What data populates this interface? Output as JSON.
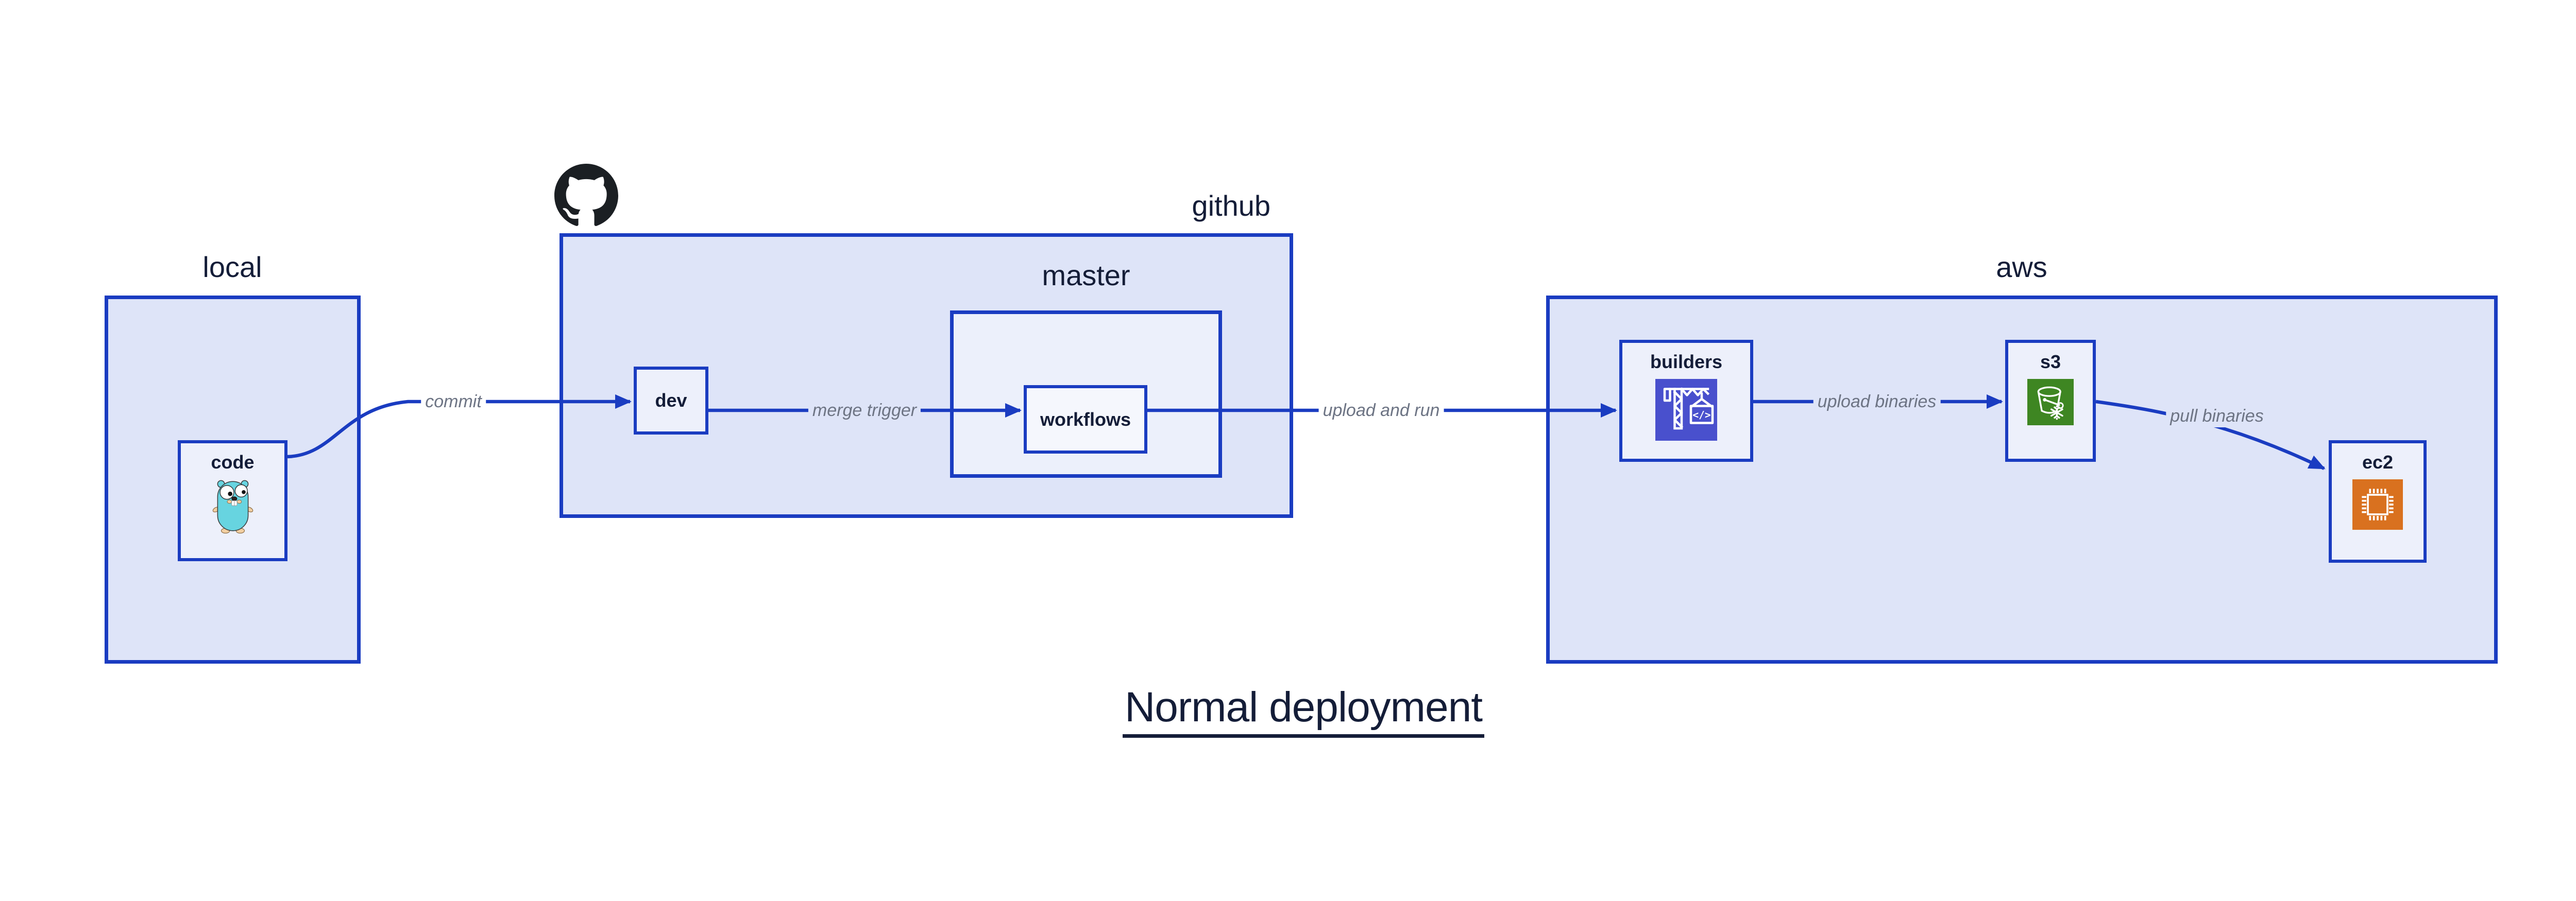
{
  "diagram": {
    "title": "Normal deployment",
    "containers": {
      "local": {
        "label": "local"
      },
      "github": {
        "label": "github",
        "logo_icon": "github-octocat-icon"
      },
      "master": {
        "label": "master"
      },
      "aws": {
        "label": "aws"
      }
    },
    "nodes": {
      "code": {
        "label": "code",
        "icon": "go-gopher-icon"
      },
      "dev": {
        "label": "dev"
      },
      "workflows": {
        "label": "workflows"
      },
      "builders": {
        "label": "builders",
        "icon": "aws-codebuild-crane-icon",
        "icon_text": "</>"
      },
      "s3": {
        "label": "s3",
        "icon": "aws-s3-glacier-bucket-icon"
      },
      "ec2": {
        "label": "ec2",
        "icon": "aws-ec2-chip-icon"
      }
    },
    "edges": [
      {
        "from": "code",
        "to": "dev",
        "label": "commit"
      },
      {
        "from": "dev",
        "to": "workflows",
        "label": "merge trigger"
      },
      {
        "from": "workflows",
        "to": "builders",
        "label": "upload and run"
      },
      {
        "from": "builders",
        "to": "s3",
        "label": "upload binaries"
      },
      {
        "from": "s3",
        "to": "ec2",
        "label": "pull binaries"
      }
    ],
    "colors": {
      "accent_blue": "#1a3cc1",
      "container_fill": "#dee4f8",
      "node_fill": "#edf0fb",
      "inner_node_fill": "#f5f7fd",
      "text_navy": "#141d38",
      "edge_label_gray": "#6d7484",
      "codebuild_indigo": "#4950cd",
      "s3_green": "#3e8622",
      "ec2_orange": "#d9711f",
      "github_black": "#1b1f23",
      "gopher_teal": "#67d4e0"
    }
  }
}
